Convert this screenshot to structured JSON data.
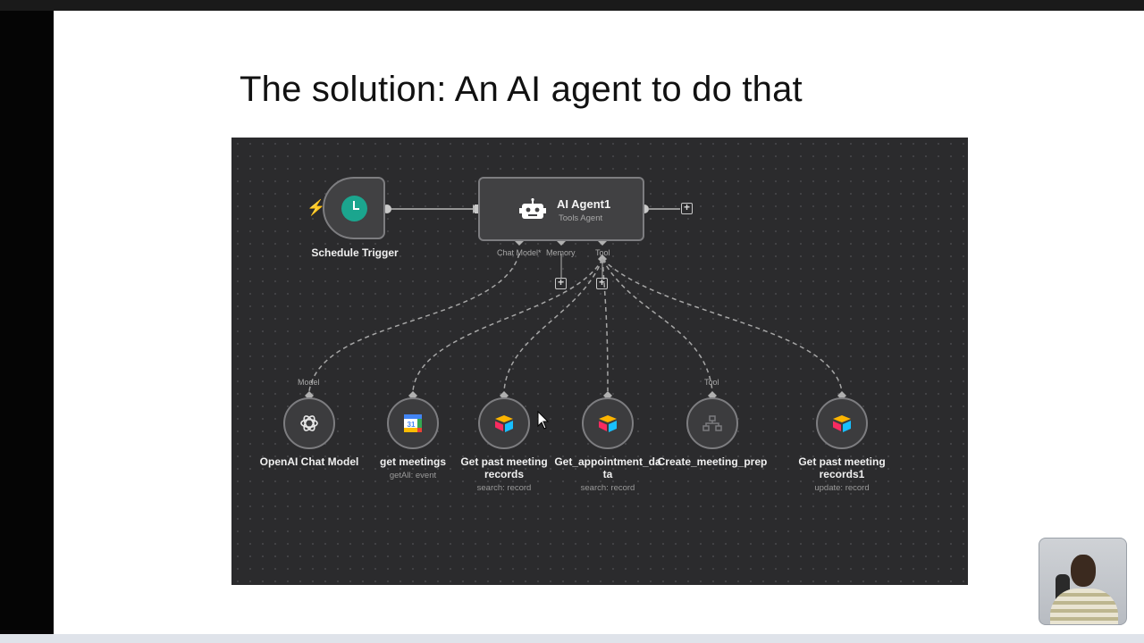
{
  "slide": {
    "title": "The solution: An AI agent to do that"
  },
  "workflow": {
    "trigger": {
      "label": "Schedule Trigger",
      "icon": "clock-icon",
      "accent": "#1ba58e"
    },
    "agent": {
      "title": "AI Agent1",
      "subtitle": "Tools Agent",
      "icon": "robot-icon"
    },
    "ports": {
      "chat_model": "Chat Model*",
      "memory": "Memory",
      "tool": "Tool"
    },
    "connector_labels": {
      "model": "Model",
      "tool": "Tool"
    },
    "nodes": [
      {
        "name": "OpenAI Chat Model",
        "sub": "",
        "icon": "openai-icon"
      },
      {
        "name": "get meetings",
        "sub": "getAll: event",
        "icon": "google-calendar-icon"
      },
      {
        "name": "Get past meeting records",
        "sub": "search: record",
        "icon": "airtable-icon"
      },
      {
        "name": "Get_appointment_data",
        "sub": "search: record",
        "icon": "airtable-icon"
      },
      {
        "name": "Create_meeting_prep",
        "sub": "",
        "icon": "workflow-icon"
      },
      {
        "name": "Get past meeting records1",
        "sub": "update: record",
        "icon": "airtable-icon"
      }
    ]
  },
  "colors": {
    "canvas": "#2b2b2d",
    "node_fill": "#414143",
    "node_border": "#7d7d80",
    "trigger_bolt": "#ff6a3d"
  }
}
